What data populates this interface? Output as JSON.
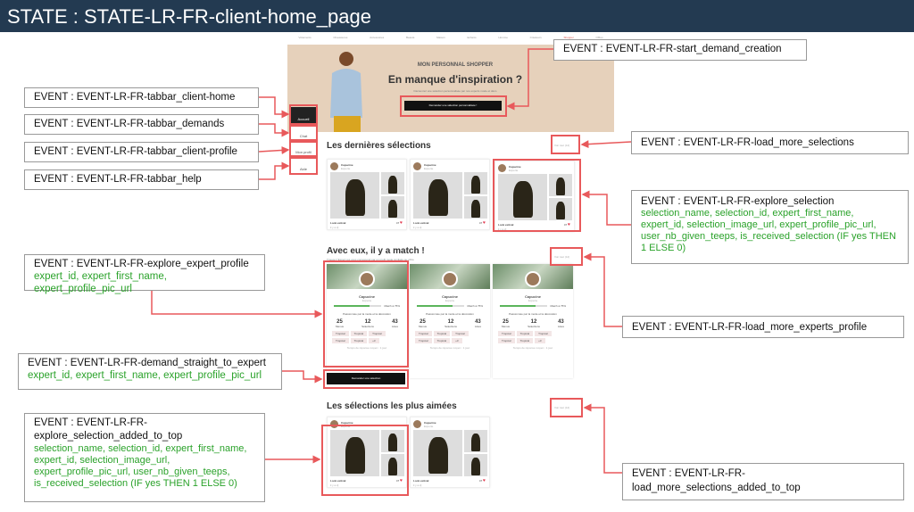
{
  "title": "STATE : STATE-LR-FR-client-home_page",
  "nav": [
    "Vêtements",
    "Chaussures",
    "Accessoires",
    "Beauté",
    "Maison",
    "Enfants",
    "Homme",
    "Créateurs",
    "Shopper",
    "Offres"
  ],
  "hero": {
    "kicker": "MON PERSONNAL SHOPPER",
    "title": "En manque d'inspiration ?",
    "subtitle": "Découvrez une sélection personnalisée par nos experts mode et déco",
    "cta": "Demander une sélection personnalisée !"
  },
  "tabbar": {
    "home": "Accueil",
    "chat": "Chat",
    "profile": "Mon profil",
    "help": "Aide"
  },
  "sections": {
    "latest": "Les dernières sélections",
    "match": "Avec eux, il y a match !",
    "match_sub": "Trouvez l'Expert qui vous correspond par un profil mode similaire au vôtre",
    "liked": "Les sélections les plus aimées",
    "more": "Voir tout (12)"
  },
  "selection_card": {
    "expert": "Capucine",
    "role": "Experte",
    "look": "Look estival",
    "date": "il y a 2j",
    "likes": "47"
  },
  "expert_card": {
    "name": "Capucine",
    "role": "Experte",
    "match": "Match à 75%",
    "bio": "Passionnée par la mode et la décoration",
    "stats": [
      {
        "n": "25",
        "l": "Menus"
      },
      {
        "n": "12",
        "l": "Sélections"
      },
      {
        "n": "43",
        "l": "Likes"
      }
    ],
    "tags": [
      "Tropical",
      "Tropical",
      "Tropical",
      "Tropical",
      "Tropical",
      "+3"
    ],
    "footer": "Temps de réponse moyen : 1 jour",
    "cta": "Demander une sélection"
  },
  "callouts": {
    "start_demand": "EVENT : EVENT-LR-FR-start_demand_creation",
    "tab_home": "EVENT : EVENT-LR-FR-tabbar_client-home",
    "tab_demands": "EVENT : EVENT-LR-FR-tabbar_demands",
    "tab_profile": "EVENT : EVENT-LR-FR-tabbar_client-profile",
    "tab_help": "EVENT : EVENT-LR-FR-tabbar_help",
    "load_more_sel": "EVENT : EVENT-LR-FR-load_more_selections",
    "explore_sel": "EVENT : EVENT-LR-FR-explore_selection",
    "explore_sel_params": "selection_name, selection_id, expert_first_name, expert_id, selection_image_url, expert_profile_pic_url, user_nb_given_teeps, is_received_selection (IF yes THEN 1 ELSE 0)",
    "explore_expert": "EVENT : EVENT-LR-FR-explore_expert_profile",
    "explore_expert_params": "expert_id, expert_first_name, expert_profile_pic_url",
    "load_more_experts": "EVENT : EVENT-LR-FR-load_more_experts_profile",
    "demand_expert": "EVENT : EVENT-LR-FR-demand_straight_to_expert",
    "demand_expert_params": "expert_id, expert_first_name, expert_profile_pic_url",
    "explore_added": "EVENT : EVENT-LR-FR-explore_selection_added_to_top",
    "explore_added_params": "selection_name, selection_id, expert_first_name, expert_id, selection_image_url, expert_profile_pic_url, user_nb_given_teeps, is_received_selection (IF yes THEN 1 ELSE 0)",
    "load_more_added": "EVENT : EVENT-LR-FR-load_more_selections_added_to_top"
  },
  "colors": {
    "header": "#233a51",
    "highlight": "#e8595b",
    "params": "#2aa22a"
  }
}
